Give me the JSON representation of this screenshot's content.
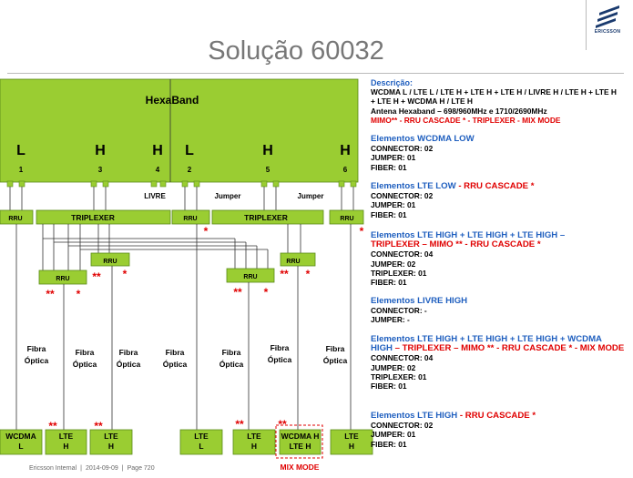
{
  "slide": {
    "title": "Solução 60032",
    "logo_text": "ERICSSON",
    "footer": {
      "classification": "Ericsson Internal",
      "sep": "|",
      "date": "2014-09-09",
      "page": "Page 720"
    }
  },
  "diagram": {
    "antenna_label": "HexaBand",
    "bands": [
      {
        "letter": "L",
        "num": "1"
      },
      {
        "letter": "H",
        "num": "3"
      },
      {
        "letter": "H",
        "num": "4"
      },
      {
        "letter": "L",
        "num": "2"
      },
      {
        "letter": "H",
        "num": "5"
      },
      {
        "letter": "H",
        "num": "6"
      }
    ],
    "livre_label": "LIVRE",
    "jumper_label_1": "Jumper",
    "jumper_label_2": "Jumper",
    "rru_label": "RRU",
    "triplexer_label": "TRIPLEXER",
    "fiber_label": [
      "Fibra",
      "Óptica"
    ],
    "star_single": "*",
    "star_double": "**",
    "mix_mode_label": "MIX MODE",
    "bottom_units": [
      {
        "line1": "WCDMA",
        "line2": "L"
      },
      {
        "line1": "LTE",
        "line2": "H"
      },
      {
        "line1": "LTE",
        "line2": "H"
      },
      {
        "line1": "LTE",
        "line2": "L"
      },
      {
        "line1": "LTE",
        "line2": "H"
      },
      {
        "line1": "WCDMA H",
        "line2": "LTE H"
      },
      {
        "line1": "LTE",
        "line2": "H"
      }
    ]
  },
  "description": {
    "heading": "Descrição:",
    "line1": "WCDMA L / LTE L / LTE H + LTE H + LTE H  / LIVRE H / LTE H + LTE H",
    "line2": "+ LTE H + WCDMA H  / LTE H",
    "antenna": "Antena Hexaband – 698/960MHz  e  1710/2690MHz",
    "legend": "MIMO** - RRU CASCADE * - TRIPLEXER  - MIX MODE",
    "blocks": [
      {
        "title": "Elementos  WCDMA LOW",
        "title_red": "",
        "title2": "",
        "title2_red": "",
        "lines": [
          "CONNECTOR: 02",
          "JUMPER: 01",
          "FIBER: 01"
        ]
      },
      {
        "title": "Elementos  LTE LOW ",
        "title_red": " - RRU CASCADE *",
        "title2": "",
        "title2_red": "",
        "lines": [
          "CONNECTOR: 02",
          "JUMPER: 01",
          "FIBER: 01"
        ]
      },
      {
        "title": "Elementos  LTE HIGH + LTE HIGH + LTE HIGH –",
        "title_red": "",
        "title2": "",
        "title2_red": "TRIPLEXER – MIMO ** - RRU CASCADE *",
        "lines": [
          "CONNECTOR: 04",
          "JUMPER: 02",
          "TRIPLEXER: 01",
          "FIBER: 01"
        ]
      },
      {
        "title": "Elementos  LIVRE HIGH",
        "title_red": "",
        "title2": "",
        "title2_red": "",
        "lines": [
          "CONNECTOR: -",
          "JUMPER: -"
        ]
      },
      {
        "title": "Elementos  LTE HIGH + LTE HIGH + LTE HIGH + WCDMA",
        "title_red": "",
        "title2": "HIGH",
        "title2_red": " – TRIPLEXER – MIMO ** - RRU CASCADE * - MIX MODE",
        "lines": [
          "CONNECTOR: 04",
          "JUMPER: 02",
          "TRIPLEXER: 01",
          "FIBER: 01"
        ]
      },
      {
        "title": "Elementos  LTE HIGH ",
        "title_red": "- RRU CASCADE *",
        "title2": "",
        "title2_red": "",
        "lines": [
          "CONNECTOR: 02",
          "JUMPER: 01",
          "FIBER: 01"
        ]
      }
    ]
  }
}
